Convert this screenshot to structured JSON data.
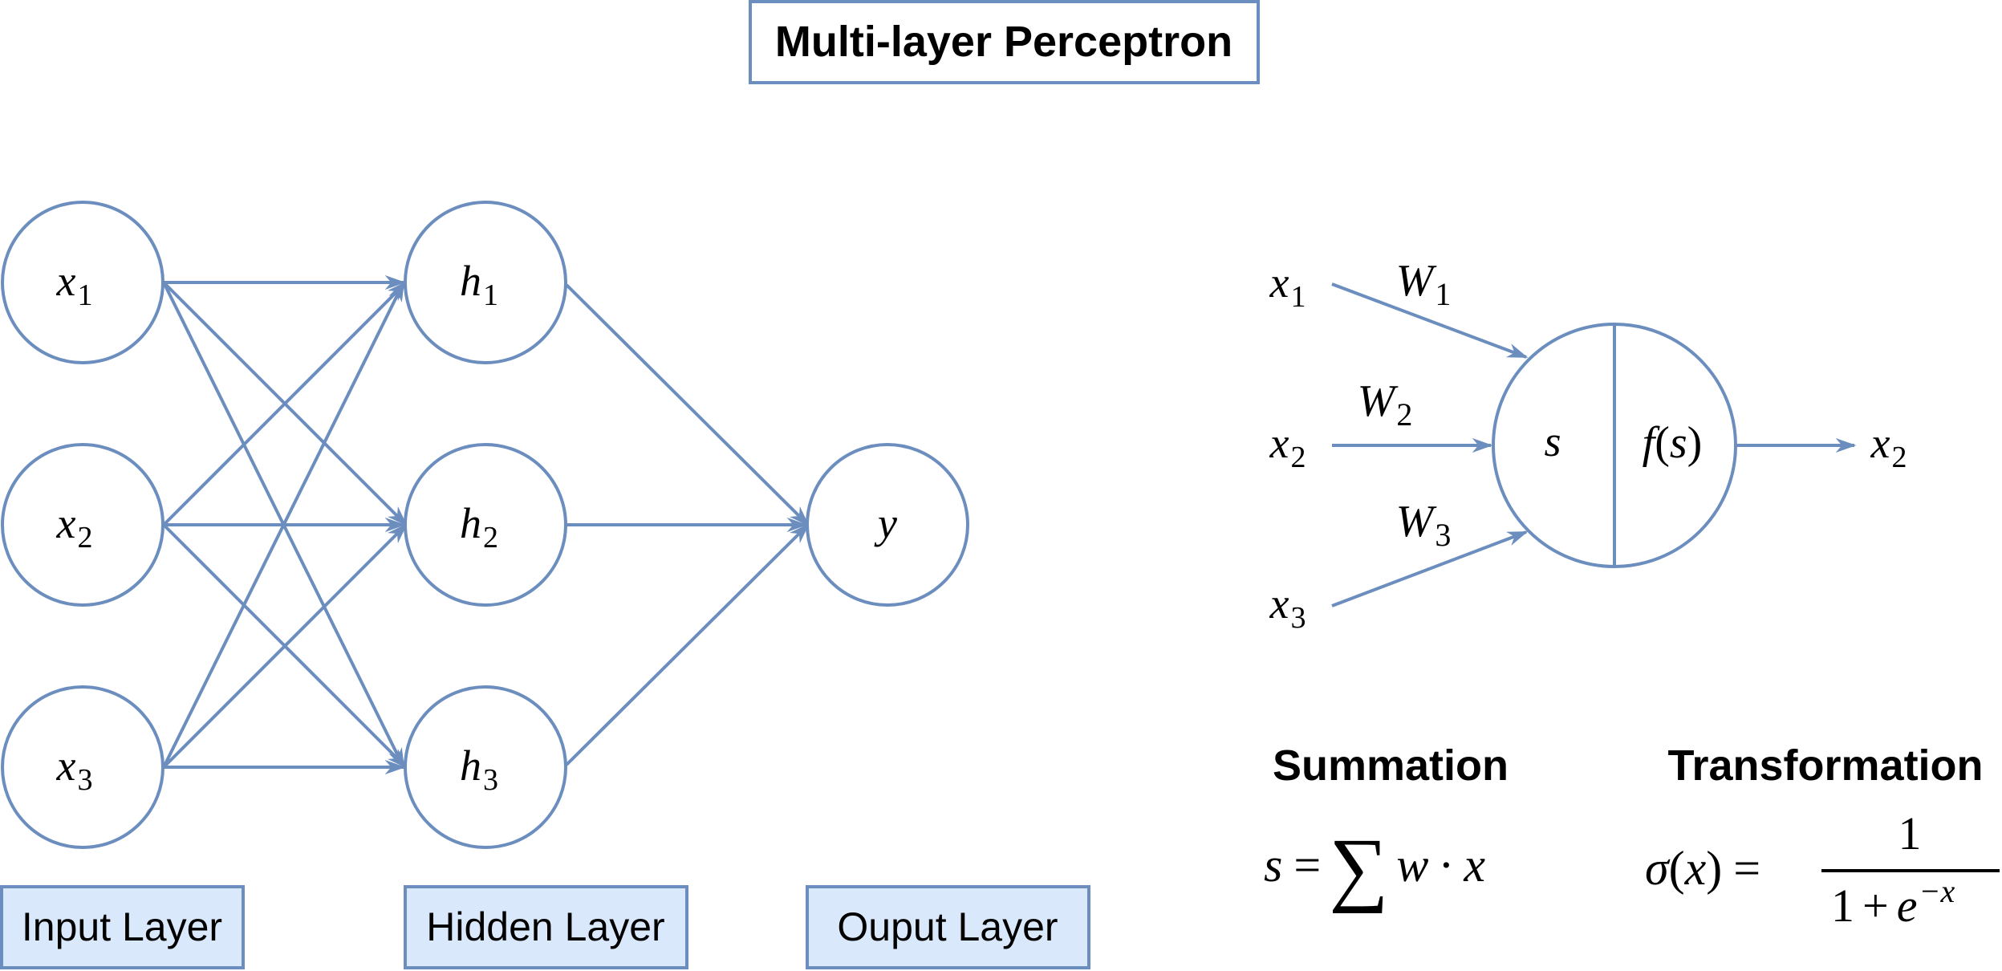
{
  "title": "Multi-layer Perceptron",
  "layers": {
    "input": "Input Layer",
    "hidden": "Hidden Layer",
    "output": "Ouput Layer"
  },
  "nodes": {
    "input": [
      {
        "var": "x",
        "sub": "1"
      },
      {
        "var": "x",
        "sub": "2"
      },
      {
        "var": "x",
        "sub": "3"
      }
    ],
    "hidden": [
      {
        "var": "h",
        "sub": "1"
      },
      {
        "var": "h",
        "sub": "2"
      },
      {
        "var": "h",
        "sub": "3"
      }
    ],
    "output": {
      "var": "y"
    }
  },
  "neuron": {
    "inputs": [
      {
        "var": "x",
        "sub": "1"
      },
      {
        "var": "x",
        "sub": "2"
      },
      {
        "var": "x",
        "sub": "3"
      }
    ],
    "weights": [
      {
        "var": "W",
        "sub": "1"
      },
      {
        "var": "W",
        "sub": "2"
      },
      {
        "var": "W",
        "sub": "3"
      }
    ],
    "sum_label": "s",
    "func_label": {
      "f": "f",
      "open": "(",
      "arg": "s",
      "close": ")"
    },
    "output": {
      "var": "x",
      "sub": "2"
    }
  },
  "formulas": {
    "summation": {
      "heading": "Summation",
      "lhs": "s",
      "eq": "=",
      "sigma": "∑",
      "w": "w",
      "dot": "·",
      "x": "x"
    },
    "transformation": {
      "heading": "Transformation",
      "sigma": "σ",
      "open": "(",
      "arg": "x",
      "close": ")",
      "eq": "=",
      "numerator": "1",
      "den_one": "1",
      "den_plus": "+",
      "den_e": "e",
      "den_exp": "−x"
    }
  },
  "colors": {
    "stroke": "#6c8ebf",
    "layer_fill": "#dae8fc"
  }
}
